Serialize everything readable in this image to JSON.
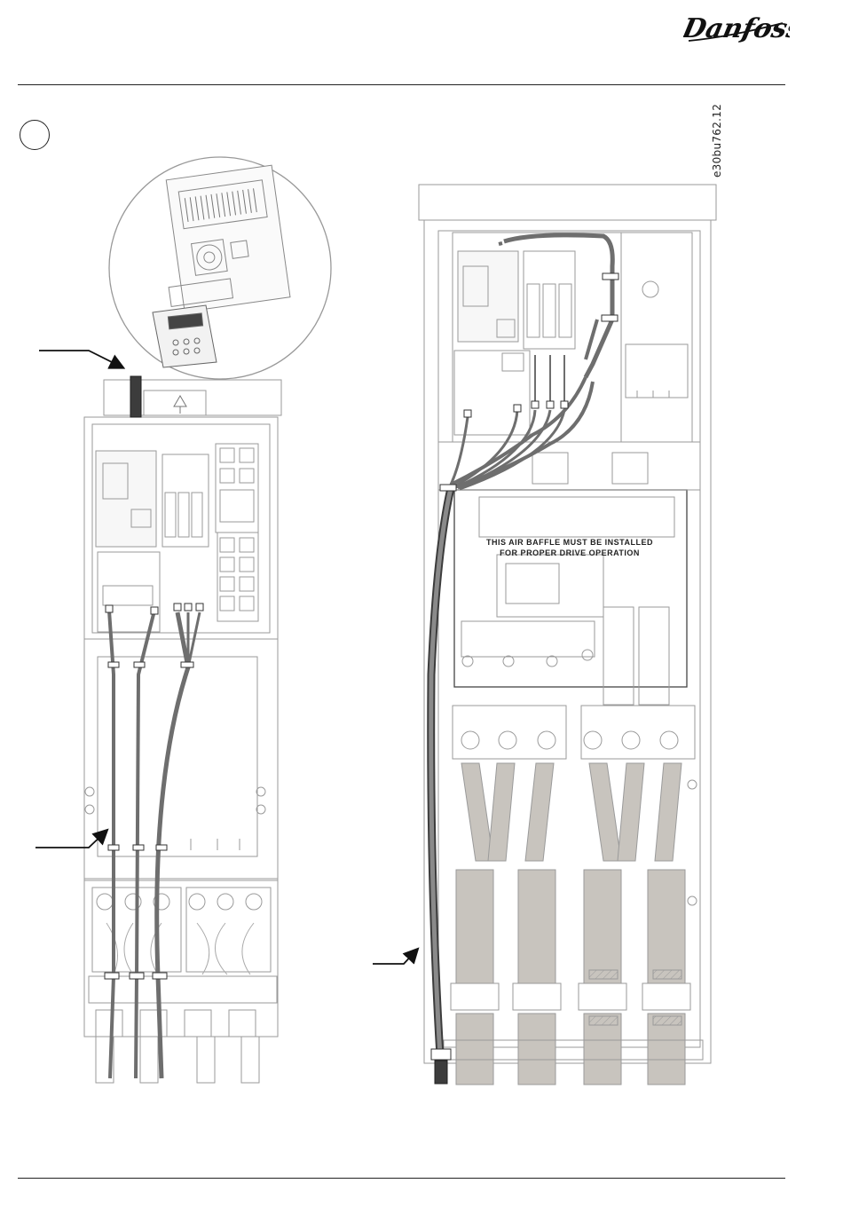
{
  "brand": {
    "name": "Danfoss",
    "color": "#111111"
  },
  "figure_id": "e30bu762.12",
  "baffle_label": {
    "line1": "THIS AIR BAFFLE MUST BE INSTALLED",
    "line2": "FOR PROPER DRIVE OPERATION"
  },
  "colors": {
    "line": "#555555",
    "light_line": "#9a9a9a",
    "cable": "#6e6e6e",
    "busbar_fill": "#c8c4be",
    "dark_fill": "#3c3c3c"
  },
  "icons": [
    "danfoss-logo",
    "step-circle",
    "arrow-icon",
    "cable-conduit"
  ]
}
